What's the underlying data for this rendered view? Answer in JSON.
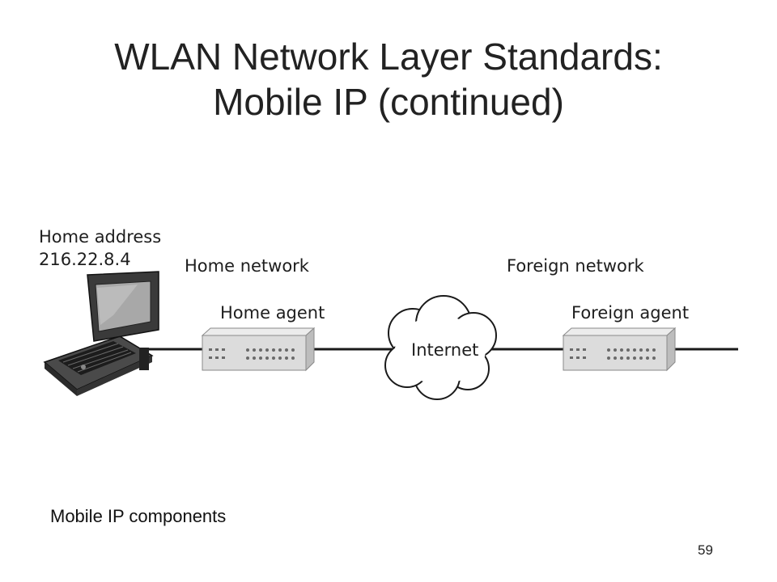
{
  "slide": {
    "title_line1": "WLAN Network Layer Standards:",
    "title_line2": "Mobile IP (continued)",
    "caption": "Mobile IP components",
    "page_number": "59"
  },
  "diagram": {
    "home_address_label": "Home address",
    "home_address_value": "216.22.8.4",
    "home_network_label": "Home network",
    "foreign_network_label": "Foreign network",
    "home_agent_label": "Home agent",
    "foreign_agent_label": "Foreign agent",
    "internet_label": "Internet",
    "icons": {
      "laptop": "laptop-icon",
      "home_agent": "router-icon",
      "foreign_agent": "router-icon",
      "internet": "cloud-icon"
    }
  }
}
